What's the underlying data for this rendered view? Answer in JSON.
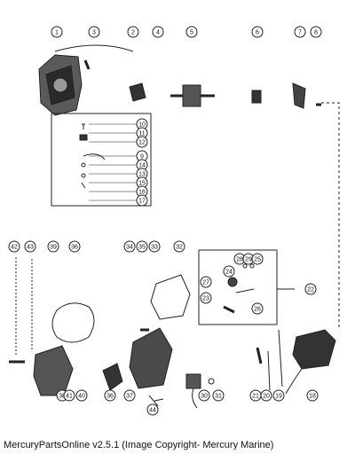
{
  "caption": "MercuryPartsOnline v2.5.1 (Image Copyright- Mercury Marine)",
  "callouts": [
    "1",
    "3",
    "2",
    "4",
    "5",
    "6",
    "7",
    "8",
    "10",
    "11",
    "12",
    "9",
    "14",
    "13",
    "15",
    "16",
    "17",
    "42",
    "43",
    "39",
    "36",
    "34",
    "35",
    "33",
    "32",
    "22",
    "27",
    "28",
    "29",
    "25",
    "24",
    "23",
    "26",
    "38",
    "41",
    "40",
    "36",
    "37",
    "44",
    "30",
    "31",
    "21",
    "20",
    "19",
    "18"
  ]
}
